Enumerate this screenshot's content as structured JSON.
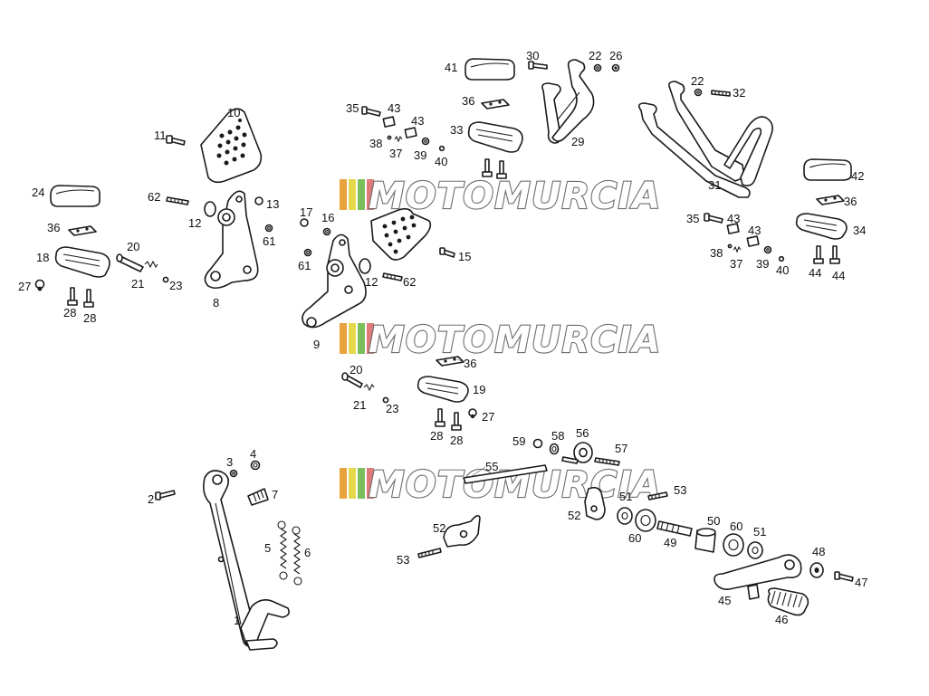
{
  "watermark": {
    "text": "MOTOMURCIA",
    "stripe_colors": [
      "#e8a33c",
      "#e6d84a",
      "#7bbf5a",
      "#e07a7a"
    ]
  },
  "callouts": [
    {
      "id": "c10a",
      "text": "10"
    },
    {
      "id": "c11a",
      "text": "11"
    },
    {
      "id": "c24a",
      "text": "24"
    },
    {
      "id": "c62a",
      "text": "62"
    },
    {
      "id": "c13a",
      "text": "13"
    },
    {
      "id": "c12a",
      "text": "12"
    },
    {
      "id": "c61a",
      "text": "61"
    },
    {
      "id": "c36a",
      "text": "36"
    },
    {
      "id": "c20a",
      "text": "20"
    },
    {
      "id": "c18a",
      "text": "18"
    },
    {
      "id": "c21a",
      "text": "21"
    },
    {
      "id": "c23a",
      "text": "23"
    },
    {
      "id": "c27a",
      "text": "27"
    },
    {
      "id": "c28a",
      "text": "28"
    },
    {
      "id": "c28b",
      "text": "28"
    },
    {
      "id": "c8a",
      "text": "8"
    },
    {
      "id": "c35a",
      "text": "35"
    },
    {
      "id": "c43a",
      "text": "43"
    },
    {
      "id": "c43b",
      "text": "43"
    },
    {
      "id": "c38a",
      "text": "38"
    },
    {
      "id": "c37a",
      "text": "37"
    },
    {
      "id": "c39a",
      "text": "39"
    },
    {
      "id": "c40a",
      "text": "40"
    },
    {
      "id": "c41a",
      "text": "41"
    },
    {
      "id": "c30a",
      "text": "30"
    },
    {
      "id": "c22a",
      "text": "22"
    },
    {
      "id": "c26a",
      "text": "26"
    },
    {
      "id": "c36b",
      "text": "36"
    },
    {
      "id": "c33a",
      "text": "33"
    },
    {
      "id": "c29a",
      "text": "29"
    },
    {
      "id": "c22b",
      "text": "22"
    },
    {
      "id": "c32a",
      "text": "32"
    },
    {
      "id": "c31a",
      "text": "31"
    },
    {
      "id": "c42a",
      "text": "42"
    },
    {
      "id": "c36c",
      "text": "36"
    },
    {
      "id": "c35b",
      "text": "35"
    },
    {
      "id": "c43c",
      "text": "43"
    },
    {
      "id": "c43d",
      "text": "43"
    },
    {
      "id": "c34a",
      "text": "34"
    },
    {
      "id": "c38b",
      "text": "38"
    },
    {
      "id": "c37b",
      "text": "37"
    },
    {
      "id": "c39b",
      "text": "39"
    },
    {
      "id": "c40b",
      "text": "40"
    },
    {
      "id": "c44a",
      "text": "44"
    },
    {
      "id": "c44b",
      "text": "44"
    },
    {
      "id": "c17a",
      "text": "17"
    },
    {
      "id": "c16a",
      "text": "16"
    },
    {
      "id": "c61b",
      "text": "61"
    },
    {
      "id": "c12b",
      "text": "12"
    },
    {
      "id": "c62b",
      "text": "62"
    },
    {
      "id": "c15a",
      "text": "15"
    },
    {
      "id": "c9a",
      "text": "9"
    },
    {
      "id": "c20b",
      "text": "20"
    },
    {
      "id": "c36d",
      "text": "36"
    },
    {
      "id": "c19a",
      "text": "19"
    },
    {
      "id": "c21b",
      "text": "21"
    },
    {
      "id": "c23b",
      "text": "23"
    },
    {
      "id": "c27b",
      "text": "27"
    },
    {
      "id": "c28c",
      "text": "28"
    },
    {
      "id": "c28d",
      "text": "28"
    },
    {
      "id": "c3a",
      "text": "3"
    },
    {
      "id": "c4a",
      "text": "4"
    },
    {
      "id": "c2a",
      "text": "2"
    },
    {
      "id": "c7a",
      "text": "7"
    },
    {
      "id": "c5a",
      "text": "5"
    },
    {
      "id": "c6a",
      "text": "6"
    },
    {
      "id": "c1a",
      "text": "1"
    },
    {
      "id": "c59a",
      "text": "59"
    },
    {
      "id": "c58a",
      "text": "58"
    },
    {
      "id": "c56a",
      "text": "56"
    },
    {
      "id": "c57a",
      "text": "57"
    },
    {
      "id": "c55a",
      "text": "55"
    },
    {
      "id": "c53a",
      "text": "53"
    },
    {
      "id": "c51a",
      "text": "51"
    },
    {
      "id": "c52a",
      "text": "52"
    },
    {
      "id": "c52b",
      "text": "52"
    },
    {
      "id": "c60a",
      "text": "60"
    },
    {
      "id": "c49a",
      "text": "49"
    },
    {
      "id": "c50a",
      "text": "50"
    },
    {
      "id": "c60b",
      "text": "60"
    },
    {
      "id": "c51b",
      "text": "51"
    },
    {
      "id": "c53b",
      "text": "53"
    },
    {
      "id": "c48a",
      "text": "48"
    },
    {
      "id": "c47a",
      "text": "47"
    },
    {
      "id": "c45a",
      "text": "45"
    },
    {
      "id": "c46a",
      "text": "46"
    }
  ]
}
